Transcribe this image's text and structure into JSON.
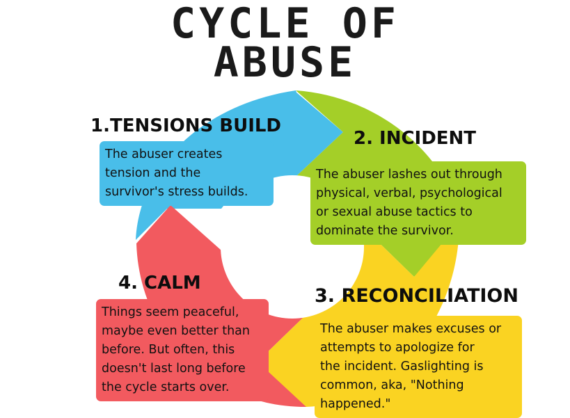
{
  "title": {
    "line1": "CYCLE OF",
    "line2": "ABUSE"
  },
  "colors": {
    "blue": "#49bee9",
    "green": "#a4cf28",
    "yellow": "#fad322",
    "red": "#f25a5f"
  },
  "stages": [
    {
      "heading": "1.TENSIONS BUILD",
      "lines": [
        "The abuser creates",
        "tension and the",
        "survivor's stress builds."
      ]
    },
    {
      "heading": "2. INCIDENT",
      "lines": [
        "The abuser lashes out through",
        "physical, verbal, psychological",
        "or sexual abuse tactics to",
        "dominate the survivor."
      ]
    },
    {
      "heading": "3. RECONCILIATION",
      "lines": [
        "The abuser makes excuses or",
        "attempts to apologize for",
        "the incident. Gaslighting is",
        "common, aka, \"Nothing",
        "happened.\""
      ]
    },
    {
      "heading": "4. CALM",
      "lines": [
        "Things seem peaceful,",
        "maybe even better than",
        "before. But often, this",
        "doesn't last long before",
        "the cycle starts over."
      ]
    }
  ]
}
